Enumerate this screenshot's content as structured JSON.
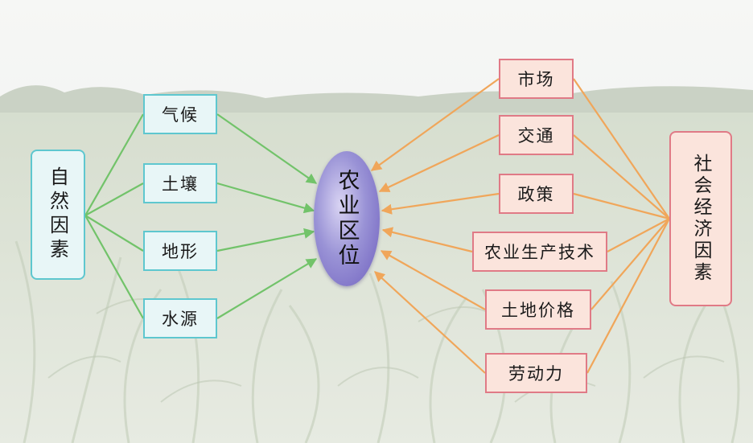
{
  "center": {
    "label": "农业区位"
  },
  "natural": {
    "title": "自然因素",
    "items": [
      "气候",
      "土壤",
      "地形",
      "水源"
    ]
  },
  "socioeconomic": {
    "title": "社会经济因素",
    "items": [
      "市场",
      "交通",
      "政策",
      "农业生产技术",
      "土地价格",
      "劳动力"
    ]
  },
  "colors": {
    "natural_arrow": "#72c36a",
    "social_arrow": "#f0a65a",
    "natural_border": "#5ec7cf",
    "social_border": "#e07a86",
    "center_fill": "#7f74c8"
  }
}
